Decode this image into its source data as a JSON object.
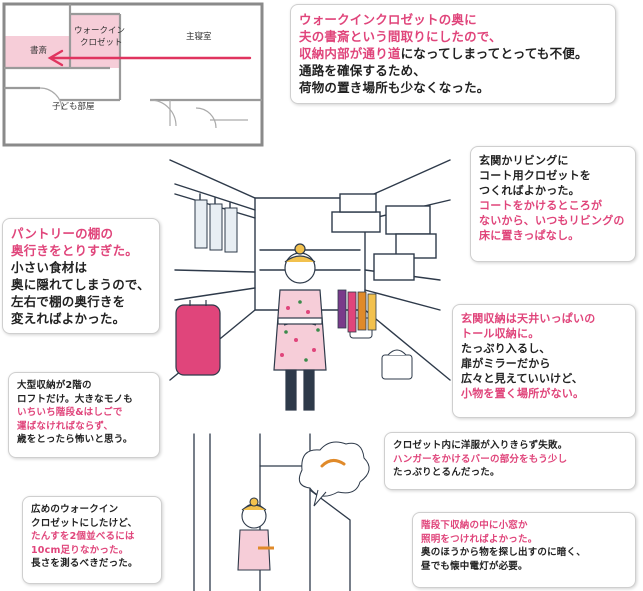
{
  "floor_plan": {
    "room_study": "書斎",
    "room_walkin": [
      "ウォークイン",
      "クロゼット"
    ],
    "room_master": "主寝室",
    "room_kids": "子ども部屋"
  },
  "notes": [
    {
      "id": "walkin-study",
      "lines": [
        {
          "t": "ウォークインクロゼットの奥に",
          "c": "pink"
        },
        {
          "t": "夫の書斎という間取りにしたので、",
          "c": "pink"
        },
        {
          "t": "収納内部が通り道になってしまってとっても不便。",
          "segments": [
            {
              "t": "収納内部が通り道",
              "c": "pink"
            },
            {
              "t": "になってしまってとっても不便。",
              "c": "dark"
            }
          ]
        },
        {
          "t": "通路を確保するため、",
          "c": "dark"
        },
        {
          "t": "荷物の置き場所も少なくなった。",
          "c": "dark"
        }
      ]
    },
    {
      "id": "entrance-coat",
      "lines": [
        {
          "t": "玄関かリビングに",
          "c": "dark"
        },
        {
          "t": "コート用クロゼットを",
          "c": "dark"
        },
        {
          "t": "つくればよかった。",
          "c": "dark"
        },
        {
          "t": "コートをかけるところが",
          "c": "pink"
        },
        {
          "t": "ないから、いつもリビングの",
          "c": "pink"
        },
        {
          "t": "床に置きっぱなし。",
          "c": "pink"
        }
      ]
    },
    {
      "id": "pantry",
      "lines": [
        {
          "t": "パントリーの棚の",
          "c": "pink"
        },
        {
          "t": "奥行きをとりすぎた。",
          "c": "pink"
        },
        {
          "t": "小さい食材は",
          "c": "dark"
        },
        {
          "t": "奥に隠れてしまうので、",
          "c": "dark"
        },
        {
          "t": "左右で棚の奥行きを",
          "c": "dark"
        },
        {
          "t": "変えればよかった。",
          "c": "dark"
        }
      ]
    },
    {
      "id": "entrance-tall",
      "lines": [
        {
          "t": "玄関収納は天井いっぱいの",
          "c": "pink"
        },
        {
          "t": "トール収納に。",
          "c": "pink"
        },
        {
          "t": "たっぷり入るし、",
          "c": "dark"
        },
        {
          "t": "扉がミラーだから",
          "c": "dark"
        },
        {
          "t": "広々と見えていいけど、",
          "c": "dark"
        },
        {
          "t": "小物を置く場所がない。",
          "c": "pink"
        }
      ]
    },
    {
      "id": "loft",
      "lines": [
        {
          "t": "大型収納が2階の",
          "c": "dark"
        },
        {
          "t": "ロフトだけ。大きなモノも",
          "c": "dark"
        },
        {
          "t": "いちいち階段&はしごで",
          "c": "pink"
        },
        {
          "t": "運ばなければならず、",
          "c": "pink"
        },
        {
          "t": "歳をとったら怖いと思う。",
          "c": "dark"
        }
      ]
    },
    {
      "id": "closet-clothes",
      "lines": [
        {
          "t": "クロゼット内に洋服が入りきらず失敗。",
          "c": "dark"
        },
        {
          "t": "ハンガーをかけるバーの部分をもう少し",
          "c": "pink"
        },
        {
          "t": "たっぷりとるんだった。",
          "c": "dark"
        }
      ]
    },
    {
      "id": "wide-walkin",
      "lines": [
        {
          "t": "広めのウォークイン",
          "c": "dark"
        },
        {
          "t": "クロゼットにしたけど、",
          "c": "dark"
        },
        {
          "t": "たんすを2個並べるには",
          "c": "pink"
        },
        {
          "t": "10cm足りなかった。",
          "c": "pink"
        },
        {
          "t": "長さを測るべきだった。",
          "c": "dark"
        }
      ]
    },
    {
      "id": "under-stairs",
      "lines": [
        {
          "t": "階段下収納の中に小窓か",
          "c": "pink"
        },
        {
          "t": "照明をつければよかった。",
          "c": "pink"
        },
        {
          "t": "奥のほうから物を探し出すのに暗く、",
          "c": "dark"
        },
        {
          "t": "昼でも懐中電灯が必要。",
          "c": "dark"
        }
      ]
    }
  ],
  "colors": {
    "accent": "#e0457b",
    "text": "#222222",
    "pinkfill": "#f4c2cf",
    "arrow": "#e0345f"
  }
}
